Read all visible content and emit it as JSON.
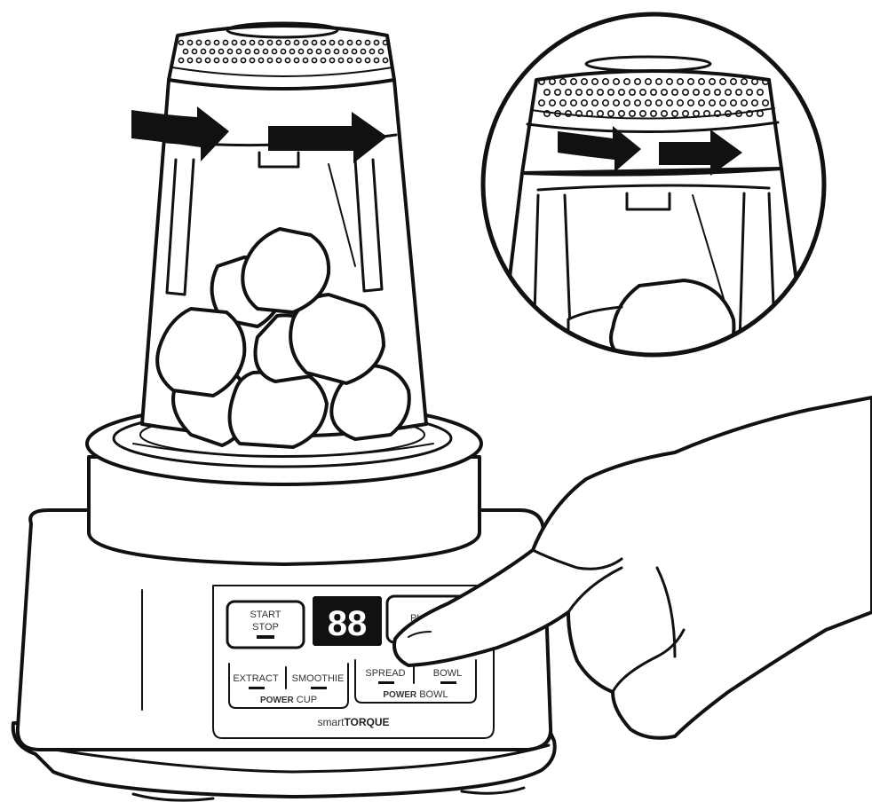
{
  "control_panel": {
    "start_stop_line1": "START",
    "start_stop_line2": "STOP",
    "display_digits": "88",
    "pulse_partial": "PU",
    "extract": "EXTRACT",
    "smoothie": "SMOOTHIE",
    "power_cup_bold": "POWER",
    "power_cup_rest": " CUP",
    "spread": "SPREAD",
    "bowl": "BOWL",
    "power_bowl_bold": "POWER",
    "power_bowl_rest": " BOWL",
    "brand_light": "smart",
    "brand_bold": "TORQUE"
  },
  "colors": {
    "line": "#111111",
    "background": "#ffffff",
    "display": "#111111"
  }
}
